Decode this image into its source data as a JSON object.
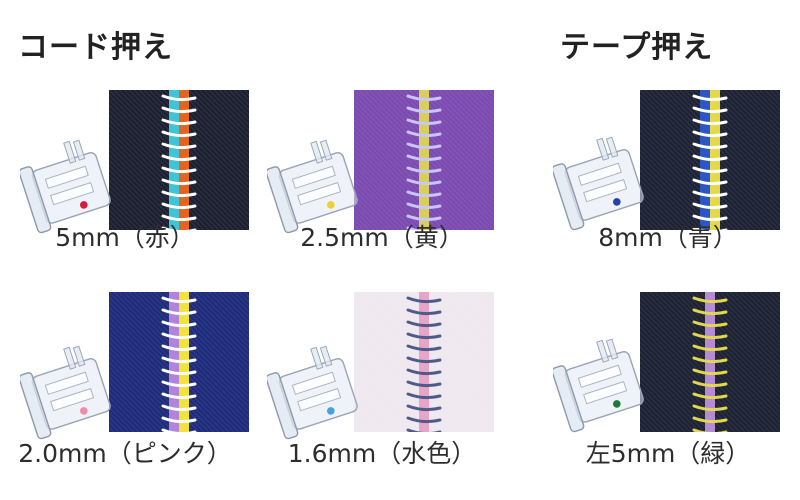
{
  "sections": {
    "cord": {
      "title": "コード押え"
    },
    "tape": {
      "title": "テープ押え"
    }
  },
  "items": [
    {
      "label": "5mm（赤）",
      "dot_color": "#d11f3a",
      "fabric_color": "#1b2030",
      "stitch_color": "#ffffff",
      "cord_colors": [
        "#3fc3d6",
        "#e2641f"
      ]
    },
    {
      "label": "2.5mm（黄）",
      "dot_color": "#f0cf34",
      "fabric_color": "#7b4ab1",
      "stitch_color": "#c9c6ff",
      "cord_colors": [
        "#d8cf5b"
      ]
    },
    {
      "label": "8mm（青）",
      "dot_color": "#2142a8",
      "fabric_color": "#1c2233",
      "stitch_color": "#ffffff",
      "cord_colors": [
        "#2c56c5",
        "#e5d84a"
      ]
    },
    {
      "label": "2.0mm（ピンク）",
      "dot_color": "#f08ca3",
      "fabric_color": "#1e2a7a",
      "stitch_color": "#ffffff",
      "cord_colors": [
        "#b183d9",
        "#f2e33a"
      ]
    },
    {
      "label": "1.6mm（水色）",
      "dot_color": "#3fa4e0",
      "fabric_color": "#f0e8ef",
      "stitch_color": "#4d5a8a",
      "cord_colors": [
        "#e7a6c7"
      ]
    },
    {
      "label": "左5mm（緑）",
      "dot_color": "#1f7a3a",
      "fabric_color": "#1c2233",
      "stitch_color": "#e3d84d",
      "cord_colors": [
        "#b68ad6"
      ]
    }
  ]
}
